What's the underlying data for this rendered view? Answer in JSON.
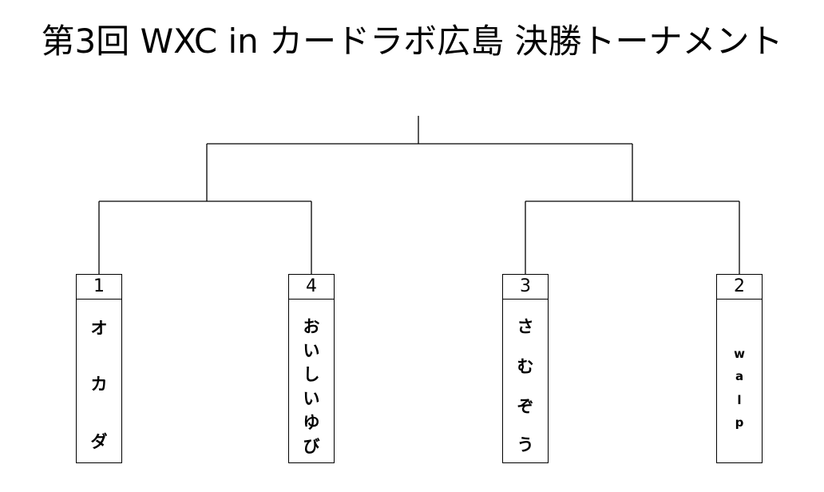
{
  "title": "第3回 WXC in カードラボ広島 決勝トーナメント",
  "entries": [
    {
      "seed": "1",
      "name": [
        "オ",
        "カ",
        "ダ"
      ]
    },
    {
      "seed": "4",
      "name": [
        "お",
        "い",
        "し",
        "い",
        "ゆ",
        "び"
      ]
    },
    {
      "seed": "3",
      "name": [
        "さ",
        "む",
        "ぞ",
        "う"
      ]
    },
    {
      "seed": "2",
      "name": [
        "w",
        "a",
        "l",
        "p"
      ]
    }
  ]
}
